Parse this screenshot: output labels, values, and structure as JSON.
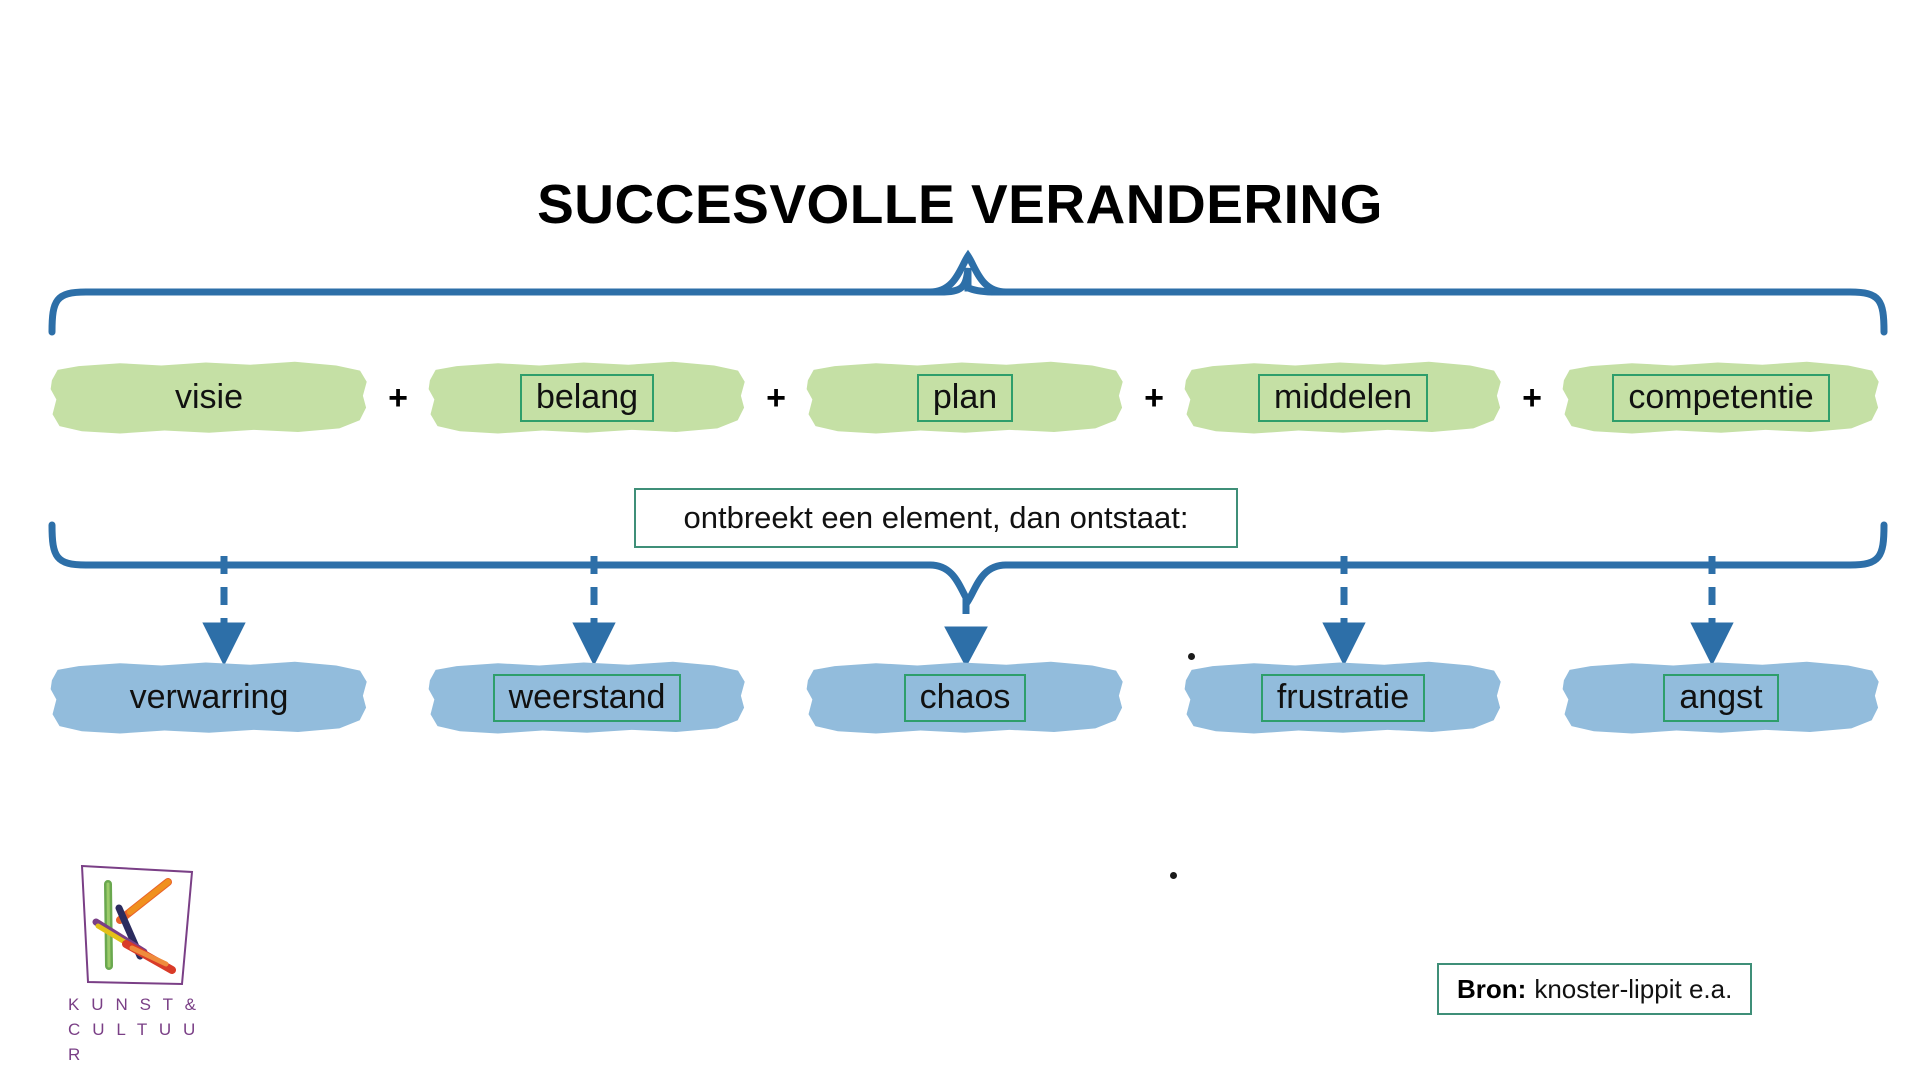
{
  "title": "SUCCESVOLLE VERANDERING",
  "colors": {
    "green_highlight": "#c5e0a5",
    "blue_highlight": "#92bcdc",
    "brace_blue": "#2d6fa8",
    "box_green_border": "#2e9e6b",
    "logo_purple": "#7a3f86",
    "text_black": "#111111"
  },
  "success_row": {
    "operator": "+",
    "items": [
      {
        "label": "visie",
        "boxed": false
      },
      {
        "label": "belang",
        "boxed": true
      },
      {
        "label": "plan",
        "boxed": true
      },
      {
        "label": "middelen",
        "boxed": true
      },
      {
        "label": "competentie",
        "boxed": true
      }
    ]
  },
  "caption": "ontbreekt een element, dan ontstaat:",
  "outcome_row": {
    "items": [
      {
        "label": "verwarring",
        "boxed": false
      },
      {
        "label": "weerstand",
        "boxed": true
      },
      {
        "label": "chaos",
        "boxed": true
      },
      {
        "label": "frustratie",
        "boxed": true
      },
      {
        "label": "angst",
        "boxed": true
      }
    ]
  },
  "logo": {
    "line1": "K U N S T &",
    "line2": "C U L T U U R"
  },
  "source": {
    "label": "Bron:",
    "value": "knoster-lippit e.a."
  }
}
